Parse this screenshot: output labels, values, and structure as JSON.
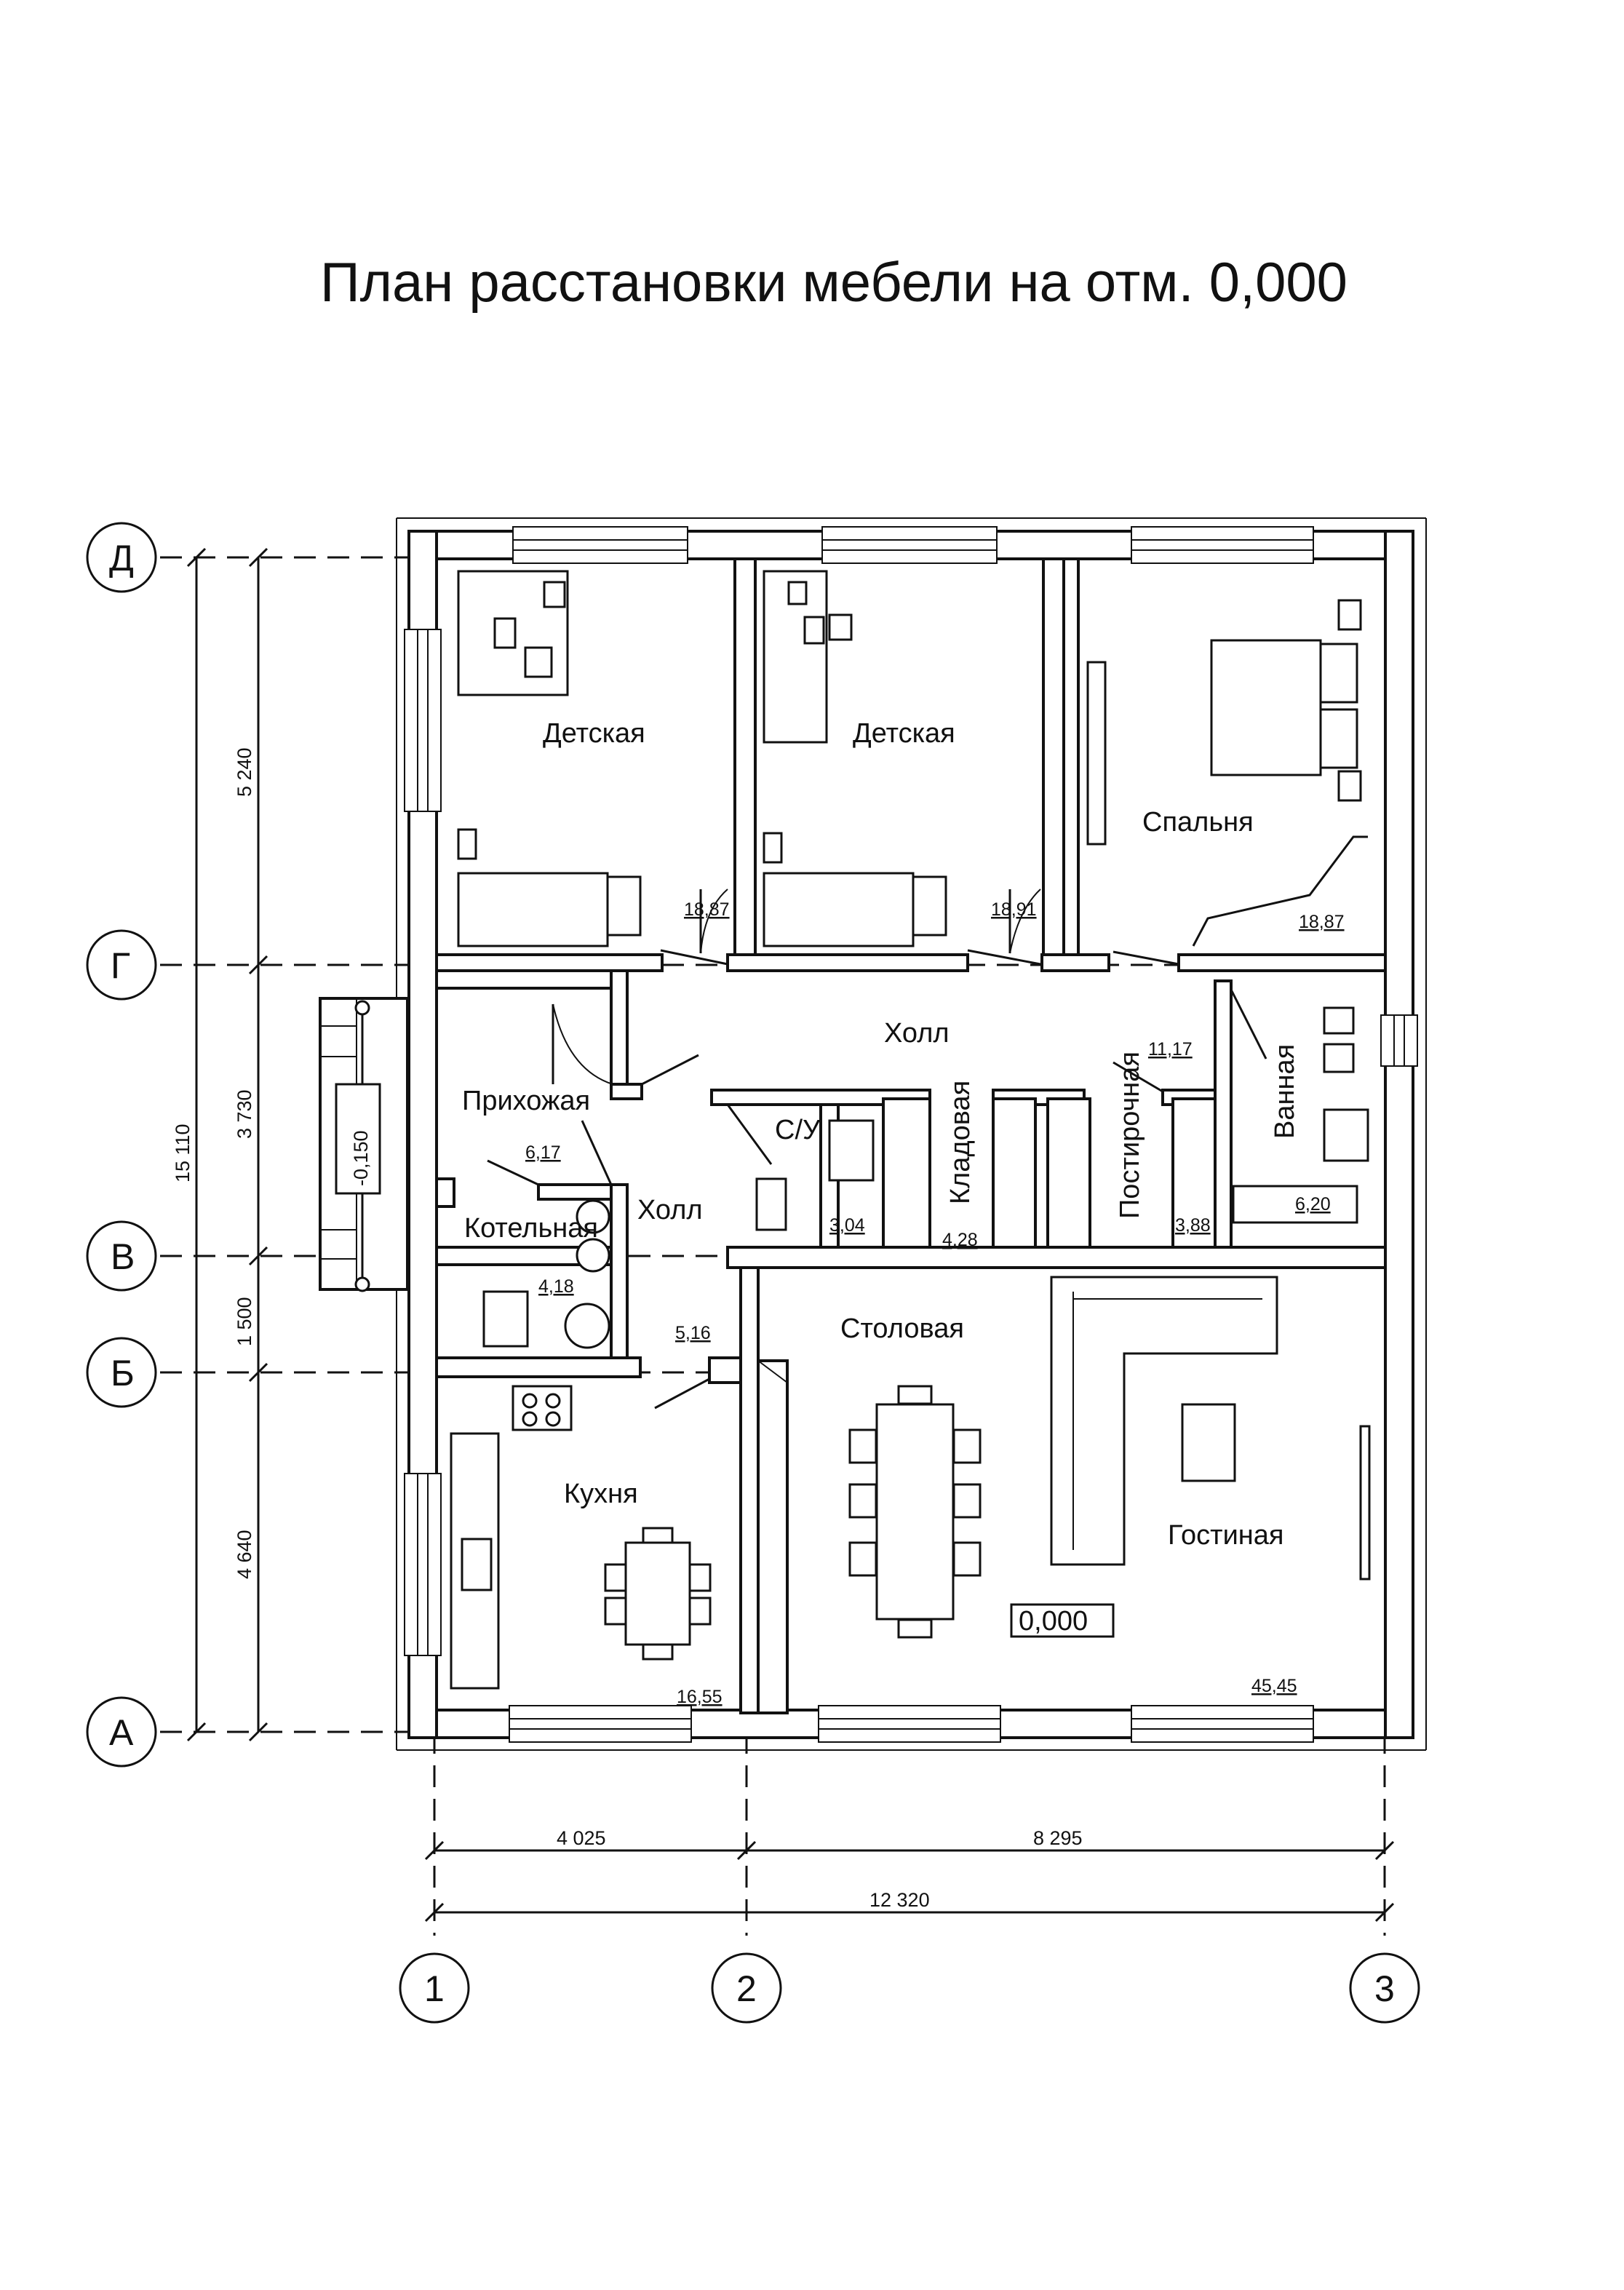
{
  "title": "План расстановки мебели на отм. 0,000",
  "rooms": [
    {
      "name": "Детская",
      "area": "18,87"
    },
    {
      "name": "Детская",
      "area": "18,91"
    },
    {
      "name": "Спальня",
      "area": "18,87"
    },
    {
      "name": "Холл",
      "area": "11,17"
    },
    {
      "name": "Прихожая",
      "area": "6,17"
    },
    {
      "name": "Котельная",
      "area": "4,18"
    },
    {
      "name": "Холл",
      "area": "5,16"
    },
    {
      "name": "С/У",
      "area": "3,04"
    },
    {
      "name": "Кладовая",
      "area": "4,28"
    },
    {
      "name": "Постирочная",
      "area": "3,88"
    },
    {
      "name": "Ванная",
      "area": "6,20"
    },
    {
      "name": "Столовая",
      "area": ""
    },
    {
      "name": "Гостиная",
      "area": "45,45"
    },
    {
      "name": "Кухня",
      "area": "16,55"
    }
  ],
  "levels": {
    "main": "0,000",
    "entrance": "-0,150"
  },
  "axes": {
    "letters": [
      "Д",
      "Г",
      "В",
      "Б",
      "А"
    ],
    "numbers": [
      "1",
      "2",
      "3"
    ]
  },
  "dimensions": {
    "vertical": [
      "5 240",
      "3 730",
      "1 500",
      "4 640"
    ],
    "vertical_total": "15 110",
    "horizontal": [
      "4 025",
      "8 295"
    ],
    "horizontal_total": "12 320"
  }
}
